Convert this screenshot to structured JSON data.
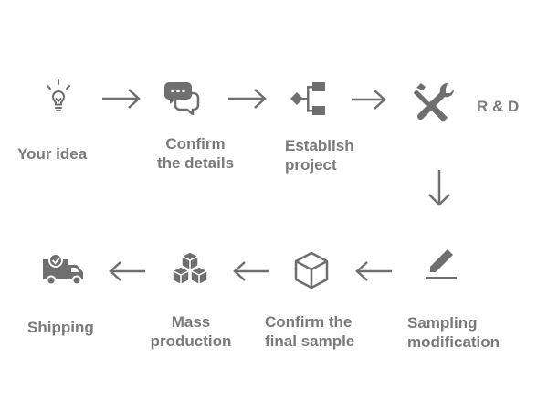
{
  "colors": {
    "icon": "#6f6f6f",
    "text": "#7a7a7a",
    "background": "#ffffff"
  },
  "steps": [
    {
      "icon": "lightbulb-icon",
      "lines": [
        "Your idea"
      ]
    },
    {
      "icon": "chat-bubbles-icon",
      "lines": [
        "Confirm",
        "the details"
      ]
    },
    {
      "icon": "flowchart-icon",
      "lines": [
        "Establish",
        "project"
      ]
    },
    {
      "icon": "wrench-screwdriver-icon",
      "lines": [
        "R & D"
      ]
    },
    {
      "icon": "pencil-edit-icon",
      "lines": [
        "Sampling",
        "modification"
      ]
    },
    {
      "icon": "cube-icon",
      "lines": [
        "Confirm the",
        "final sample"
      ]
    },
    {
      "icon": "boxes-icon",
      "lines": [
        "Mass",
        "production"
      ]
    },
    {
      "icon": "delivery-truck-icon",
      "lines": [
        "Shipping"
      ]
    }
  ]
}
